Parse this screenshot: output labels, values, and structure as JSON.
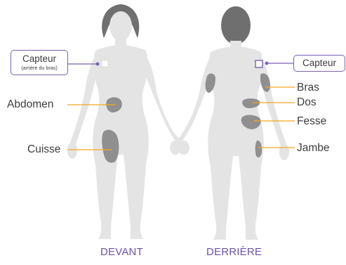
{
  "views": {
    "front": "DEVANT",
    "back": "DERRIÈRE"
  },
  "front": {
    "sensor_label": "Capteur",
    "sensor_sublabel": "(arrière du bras)",
    "sites": [
      {
        "label": "Abdomen"
      },
      {
        "label": "Cuisse"
      }
    ]
  },
  "back": {
    "sensor_label": "Capteur",
    "sites": [
      {
        "label": "Bras"
      },
      {
        "label": "Dos"
      },
      {
        "label": "Fesse"
      },
      {
        "label": "Jambe"
      }
    ]
  },
  "colors": {
    "body": "#e4e4e4",
    "site": "#8f8f8f",
    "hair": "#6f6f6f",
    "leader": "#f5a623",
    "sensor": "#7a62b0",
    "view_label": "#6a54a6"
  }
}
